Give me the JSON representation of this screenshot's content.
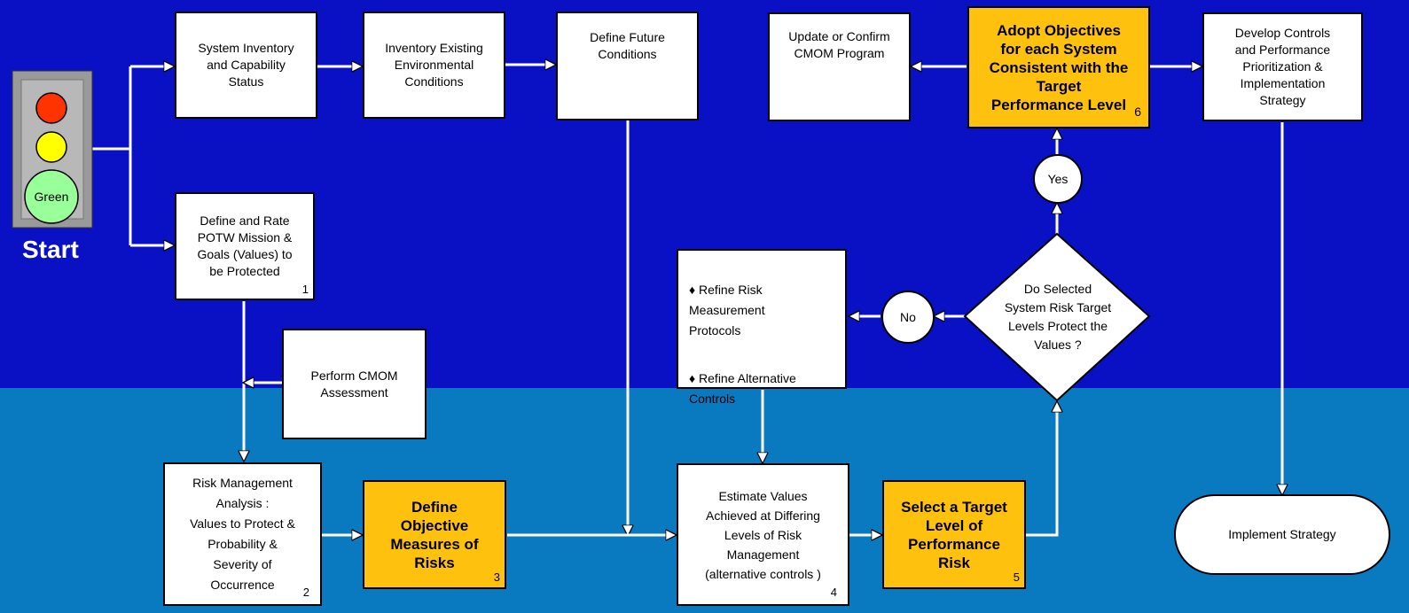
{
  "start_label": "Start",
  "traffic_light": {
    "green_label": "Green",
    "colors": {
      "red": "#ff3300",
      "yellow": "#ffff00",
      "green": "#99ff99"
    }
  },
  "colors": {
    "top_bg": "#0a10c4",
    "bottom_bg": "#0a7ac0",
    "highlight": "#fec20e"
  },
  "nodes": {
    "system_inventory": "System Inventory\nand Capability\nStatus",
    "inventory_env": "Inventory Existing\nEnvironmental\nConditions",
    "define_future": "Define Future\nConditions",
    "update_cmom": "Update or Confirm\nCMOM Program",
    "adopt_objectives": "Adopt Objectives\nfor each System\nConsistent with the\nTarget\nPerformance Level",
    "adopt_num": "6",
    "develop_controls": "Develop Controls\nand Performance\nPrioritization    &\nImplementation\nStrategy",
    "define_rate": "Define and Rate\nPOTW Mission &\nGoals (Values) to\nbe Protected",
    "define_rate_num": "1",
    "yes": "Yes",
    "no": "No",
    "decision": "Do Selected\nSystem Risk Target\nLevels Protect the\nValues  ?",
    "refine_1": "♦ Refine Risk\nMeasurement\nProtocols",
    "refine_2": "♦ Refine Alternative\nControls",
    "perform_cmom": "Perform CMOM\nAssessment",
    "risk_mgmt": "Risk Management\nAnalysis  :\nValues to Protect     &\nProbability   &\nSeverity of\nOccurrence",
    "risk_mgmt_num": "2",
    "define_objective": "Define\nObjective\nMeasures of\nRisks",
    "define_objective_num": "3",
    "estimate_values": "Estimate Values\nAchieved at Differing\nLevels of Risk\nManagement\n(alternative controls     )",
    "estimate_values_num": "4",
    "select_target": "Select a Target\nLevel of\nPerformance\nRisk",
    "select_target_num": "5",
    "implement": "Implement Strategy"
  }
}
